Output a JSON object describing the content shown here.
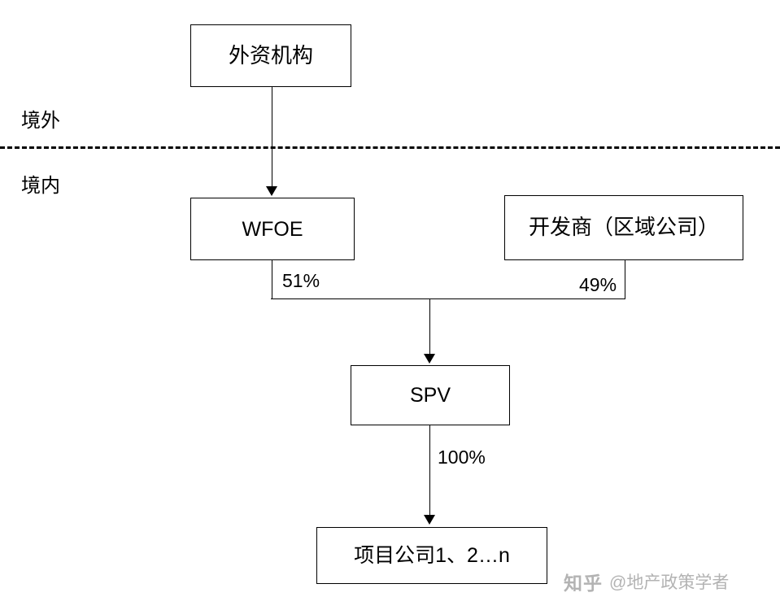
{
  "diagram": {
    "nodes": [
      {
        "id": "foreign-institution",
        "label": "外资机构"
      },
      {
        "id": "wfoe",
        "label": "WFOE"
      },
      {
        "id": "developer",
        "label": "开发商（区域公司）"
      },
      {
        "id": "spv",
        "label": "SPV"
      },
      {
        "id": "project-companies",
        "label": "项目公司1、2…n"
      }
    ],
    "boundary": {
      "offshore_label": "境外",
      "onshore_label": "境内"
    },
    "edge_labels": {
      "wfoe_share": "51%",
      "developer_share": "49%",
      "spv_share": "100%"
    },
    "colors": {
      "stroke": "#000000",
      "background": "#ffffff",
      "watermark": "#b3b3b3"
    }
  },
  "watermark": {
    "logo": "知乎",
    "user": "@地产政策学者"
  }
}
